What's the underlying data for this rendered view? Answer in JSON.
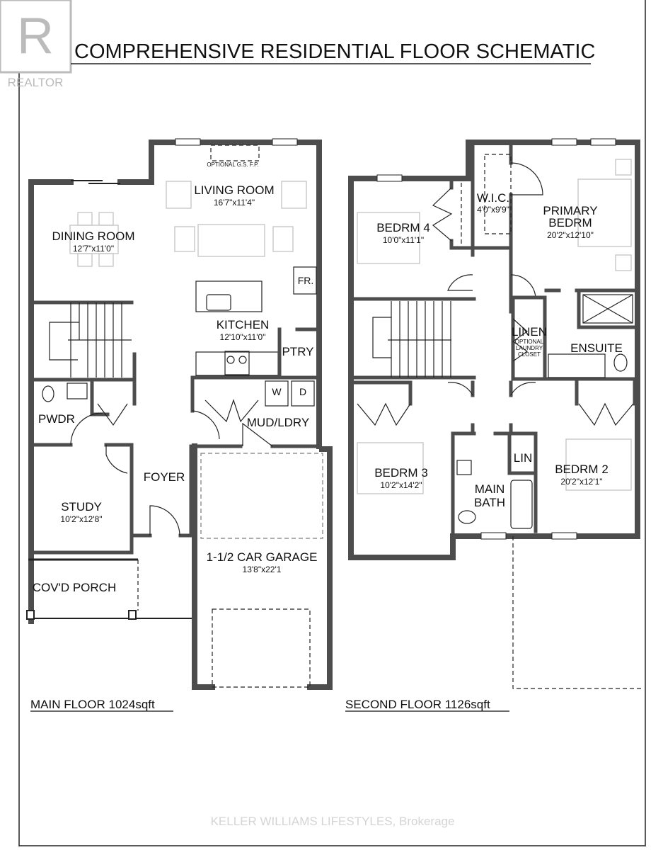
{
  "logo": {
    "text": "REALTOR",
    "mark": "R"
  },
  "title": "COMPREHENSIVE RESIDENTIAL FLOOR SCHEMATIC",
  "main_floor": {
    "label": "MAIN FLOOR 1024sqft",
    "fireplace_note": "OPTIONAL G.S. F.P.",
    "rooms": {
      "living": {
        "name": "LIVING ROOM",
        "size": "16'7\"x11'4\""
      },
      "dining": {
        "name": "DINING ROOM",
        "size": "12'7\"x11'0\""
      },
      "kitchen": {
        "name": "KITCHEN",
        "size": "12'10\"x11'0\""
      },
      "fridge": {
        "name": "FR."
      },
      "pantry": {
        "name": "PTRY"
      },
      "washer": {
        "name": "W"
      },
      "dryer": {
        "name": "D"
      },
      "mud": {
        "name": "MUD/LDRY"
      },
      "powder": {
        "name": "PWDR"
      },
      "foyer": {
        "name": "FOYER"
      },
      "study": {
        "name": "STUDY",
        "size": "10'2\"x12'8\""
      },
      "porch": {
        "name": "COV'D PORCH"
      },
      "garage": {
        "name": "1-1/2 CAR GARAGE",
        "size": "13'8\"x22'1"
      }
    }
  },
  "second_floor": {
    "label": "SECOND FLOOR 1126sqft",
    "rooms": {
      "bedrm4": {
        "name": "BEDRM 4",
        "size": "10'0\"x11'1\""
      },
      "wic": {
        "name": "W.I.C.",
        "size": "4'0\"x9'9\""
      },
      "primary": {
        "name_line1": "PRIMARY",
        "name_line2": "BEDRM",
        "size": "20'2\"x12'10\""
      },
      "linen": {
        "name": "LINEN",
        "note1": "OPTIONAL",
        "note2": "LAUNDRY",
        "note3": "CLOSET"
      },
      "ensuite": {
        "name": "ENSUITE"
      },
      "bedrm3": {
        "name": "BEDRM 3",
        "size": "10'2\"x14'2\""
      },
      "main_bath": {
        "name_line1": "MAIN",
        "name_line2": "BATH"
      },
      "lin": {
        "name": "LIN"
      },
      "bedrm2": {
        "name": "BEDRM 2",
        "size": "20'2\"x12'1\""
      }
    }
  },
  "watermark": "KELLER WILLIAMS LIFESTYLES, Brokerage",
  "colors": {
    "wall": "#4d4d4d",
    "furniture": "#c8c8c8",
    "ink": "#111111"
  }
}
